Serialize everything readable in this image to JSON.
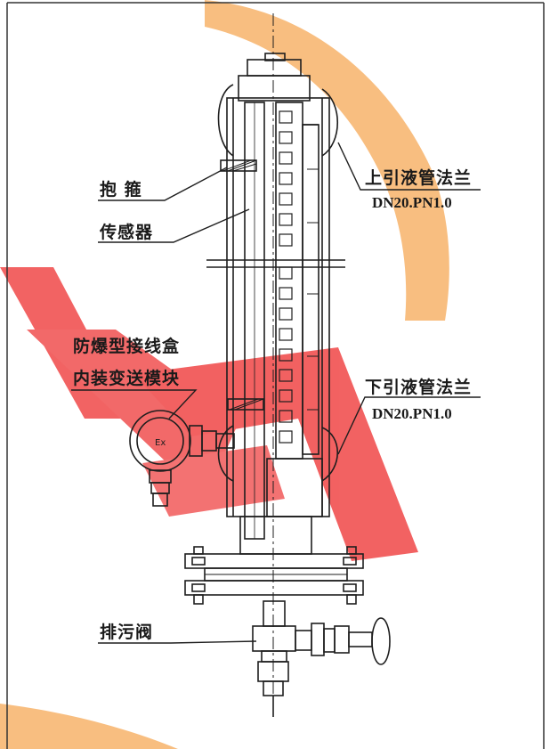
{
  "labels": {
    "clamp": "抱    箍",
    "sensor": "传感器",
    "junction_box_line1": "防爆型接线盒",
    "junction_box_line2": "内装变送模块",
    "upper_flange_name": "上引液管法兰",
    "upper_flange_spec": "DN20.PN1.0",
    "lower_flange_name": "下引液管法兰",
    "lower_flange_spec": "DN20.PN1.0",
    "drain_valve": "排污阀",
    "junction_box_mark": "Ex"
  },
  "colors": {
    "line": "#1e1e1e",
    "watermark_red": "#ee3b3b",
    "watermark_orange": "#f6a14a",
    "frame": "#333333"
  }
}
